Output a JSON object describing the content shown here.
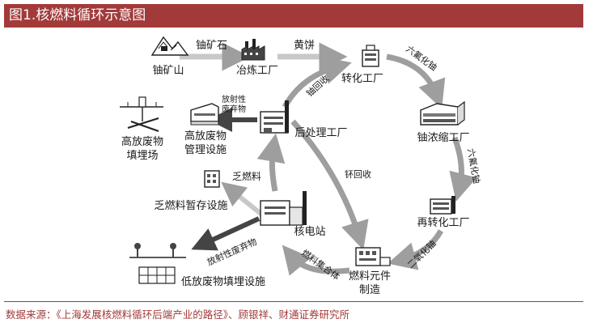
{
  "title": "图1.核燃料循环示意图",
  "nodes": {
    "mine": "铀矿山",
    "smelter": "冶炼工厂",
    "conversion": "转化工厂",
    "enrichment": "铀浓缩工厂",
    "reconversion": "再转化工厂",
    "fabrication_1": "燃料元件",
    "fabrication_2": "制造",
    "plant": "核电站",
    "reprocessing": "后处理工厂",
    "hlw_mgmt_1": "高放废物",
    "hlw_mgmt_2": "管理设施",
    "hlw_repo_1": "高放废物",
    "hlw_repo_2": "填埋场",
    "spent_storage": "乏燃料暂存设施",
    "llw_repo": "低放废物填埋设施"
  },
  "edges": {
    "ore": "铀矿石",
    "yellowcake": "黄饼",
    "uf6_a": "六氟化铀",
    "uf6_b": "六氟化铀",
    "uo2": "二氧化铀",
    "assembly": "燃料集合体",
    "uranium_recovery": "铀回收",
    "plutonium_recovery": "钚回收",
    "spent_fuel": "乏燃料",
    "radwaste_a": "放射性废弃物",
    "radwaste_b": "放射性废弃物"
  },
  "colors": {
    "accent": "#a23a3a",
    "cycle_arrow": "#9e9e9e",
    "dark_arrow": "#444444"
  },
  "footer": "数据来源：《上海发展核燃料循环后端产业的路径》、顾银祥、财通证券研究所"
}
